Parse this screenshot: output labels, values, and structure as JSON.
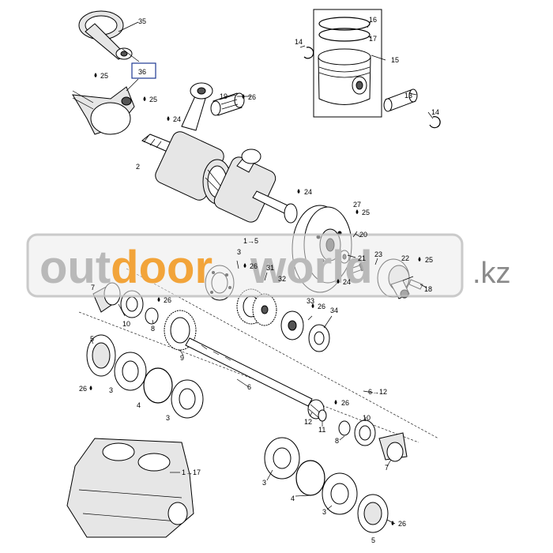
{
  "watermark": {
    "part1": "out",
    "part2": "door",
    "part3": "world",
    "part4": ".kz",
    "accent": "#f2a43a",
    "gray": "#b9b9b9"
  },
  "highlight": {
    "label": "36",
    "color": "#1f3a93"
  },
  "drop_icon": "oil-drop-icon",
  "labels": {
    "l35": "35",
    "l25a": "25",
    "l25b": "25",
    "l24a": "24",
    "l2": "2",
    "l19": "19",
    "l26a": "26",
    "l16": "16",
    "l17": "17",
    "l14a": "14",
    "l15": "15",
    "l13": "13",
    "l14b": "14",
    "l24b": "24",
    "l27": "27",
    "l25c": "25",
    "l20": "20",
    "l15ref": "1→5",
    "l3a": "3",
    "l26b": "26",
    "l31": "31",
    "l32": "32",
    "l21": "21",
    "l23": "23",
    "l22": "22",
    "l25d": "25",
    "l24c": "24",
    "l18": "18",
    "l7a": "7",
    "l26c": "26",
    "l10a": "10",
    "l8a": "8",
    "l33": "33",
    "l26d": "26",
    "l34": "34",
    "l5a": "5",
    "l9": "9",
    "l26e": "26",
    "l3b": "3",
    "l4a": "4",
    "l3c": "3",
    "l6": "6",
    "l612": "6→12",
    "l26f": "26",
    "l12": "12",
    "l11": "11",
    "l10b": "10",
    "l8b": "8",
    "l7b": "7",
    "l117": "1→17",
    "l3d": "3",
    "l4b": "4",
    "l3e": "3",
    "l26g": "26",
    "l5b": "5"
  }
}
